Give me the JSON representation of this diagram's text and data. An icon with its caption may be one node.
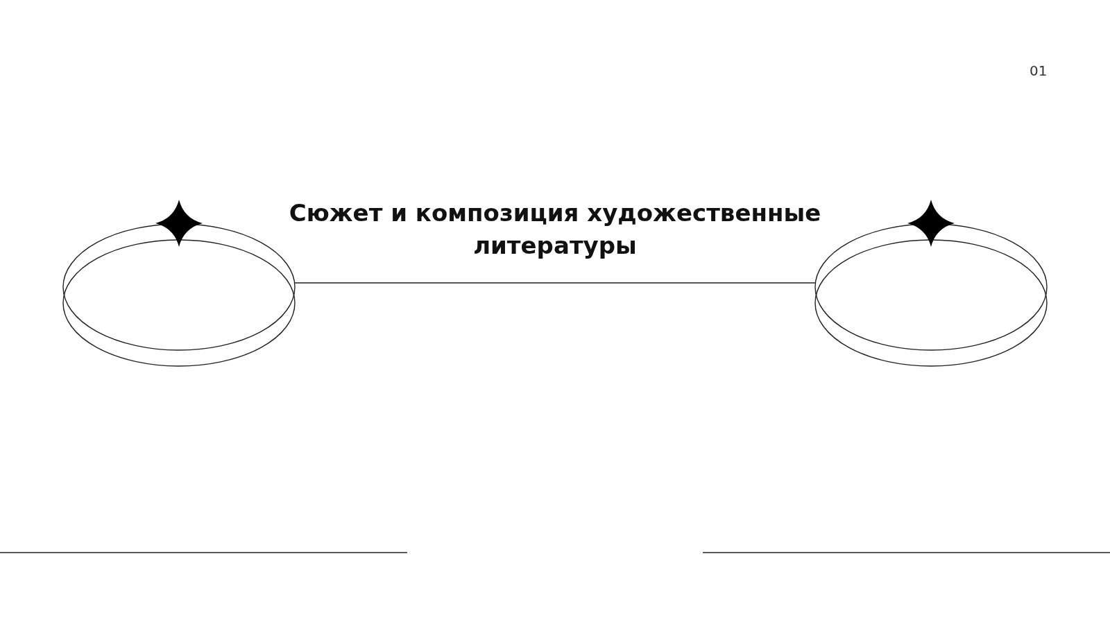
{
  "diagram": {
    "title": "Сюжет и композиция художественные литературы",
    "nodes": [
      {
        "text": [],
        "shape": "ellipse"
      },
      {
        "text": [],
        "shape": "ellipse"
      }
    ],
    "edges": [
      {
        "from": 0,
        "to": 1,
        "arrow": "none"
      }
    ],
    "labels": [
      "01"
    ]
  }
}
